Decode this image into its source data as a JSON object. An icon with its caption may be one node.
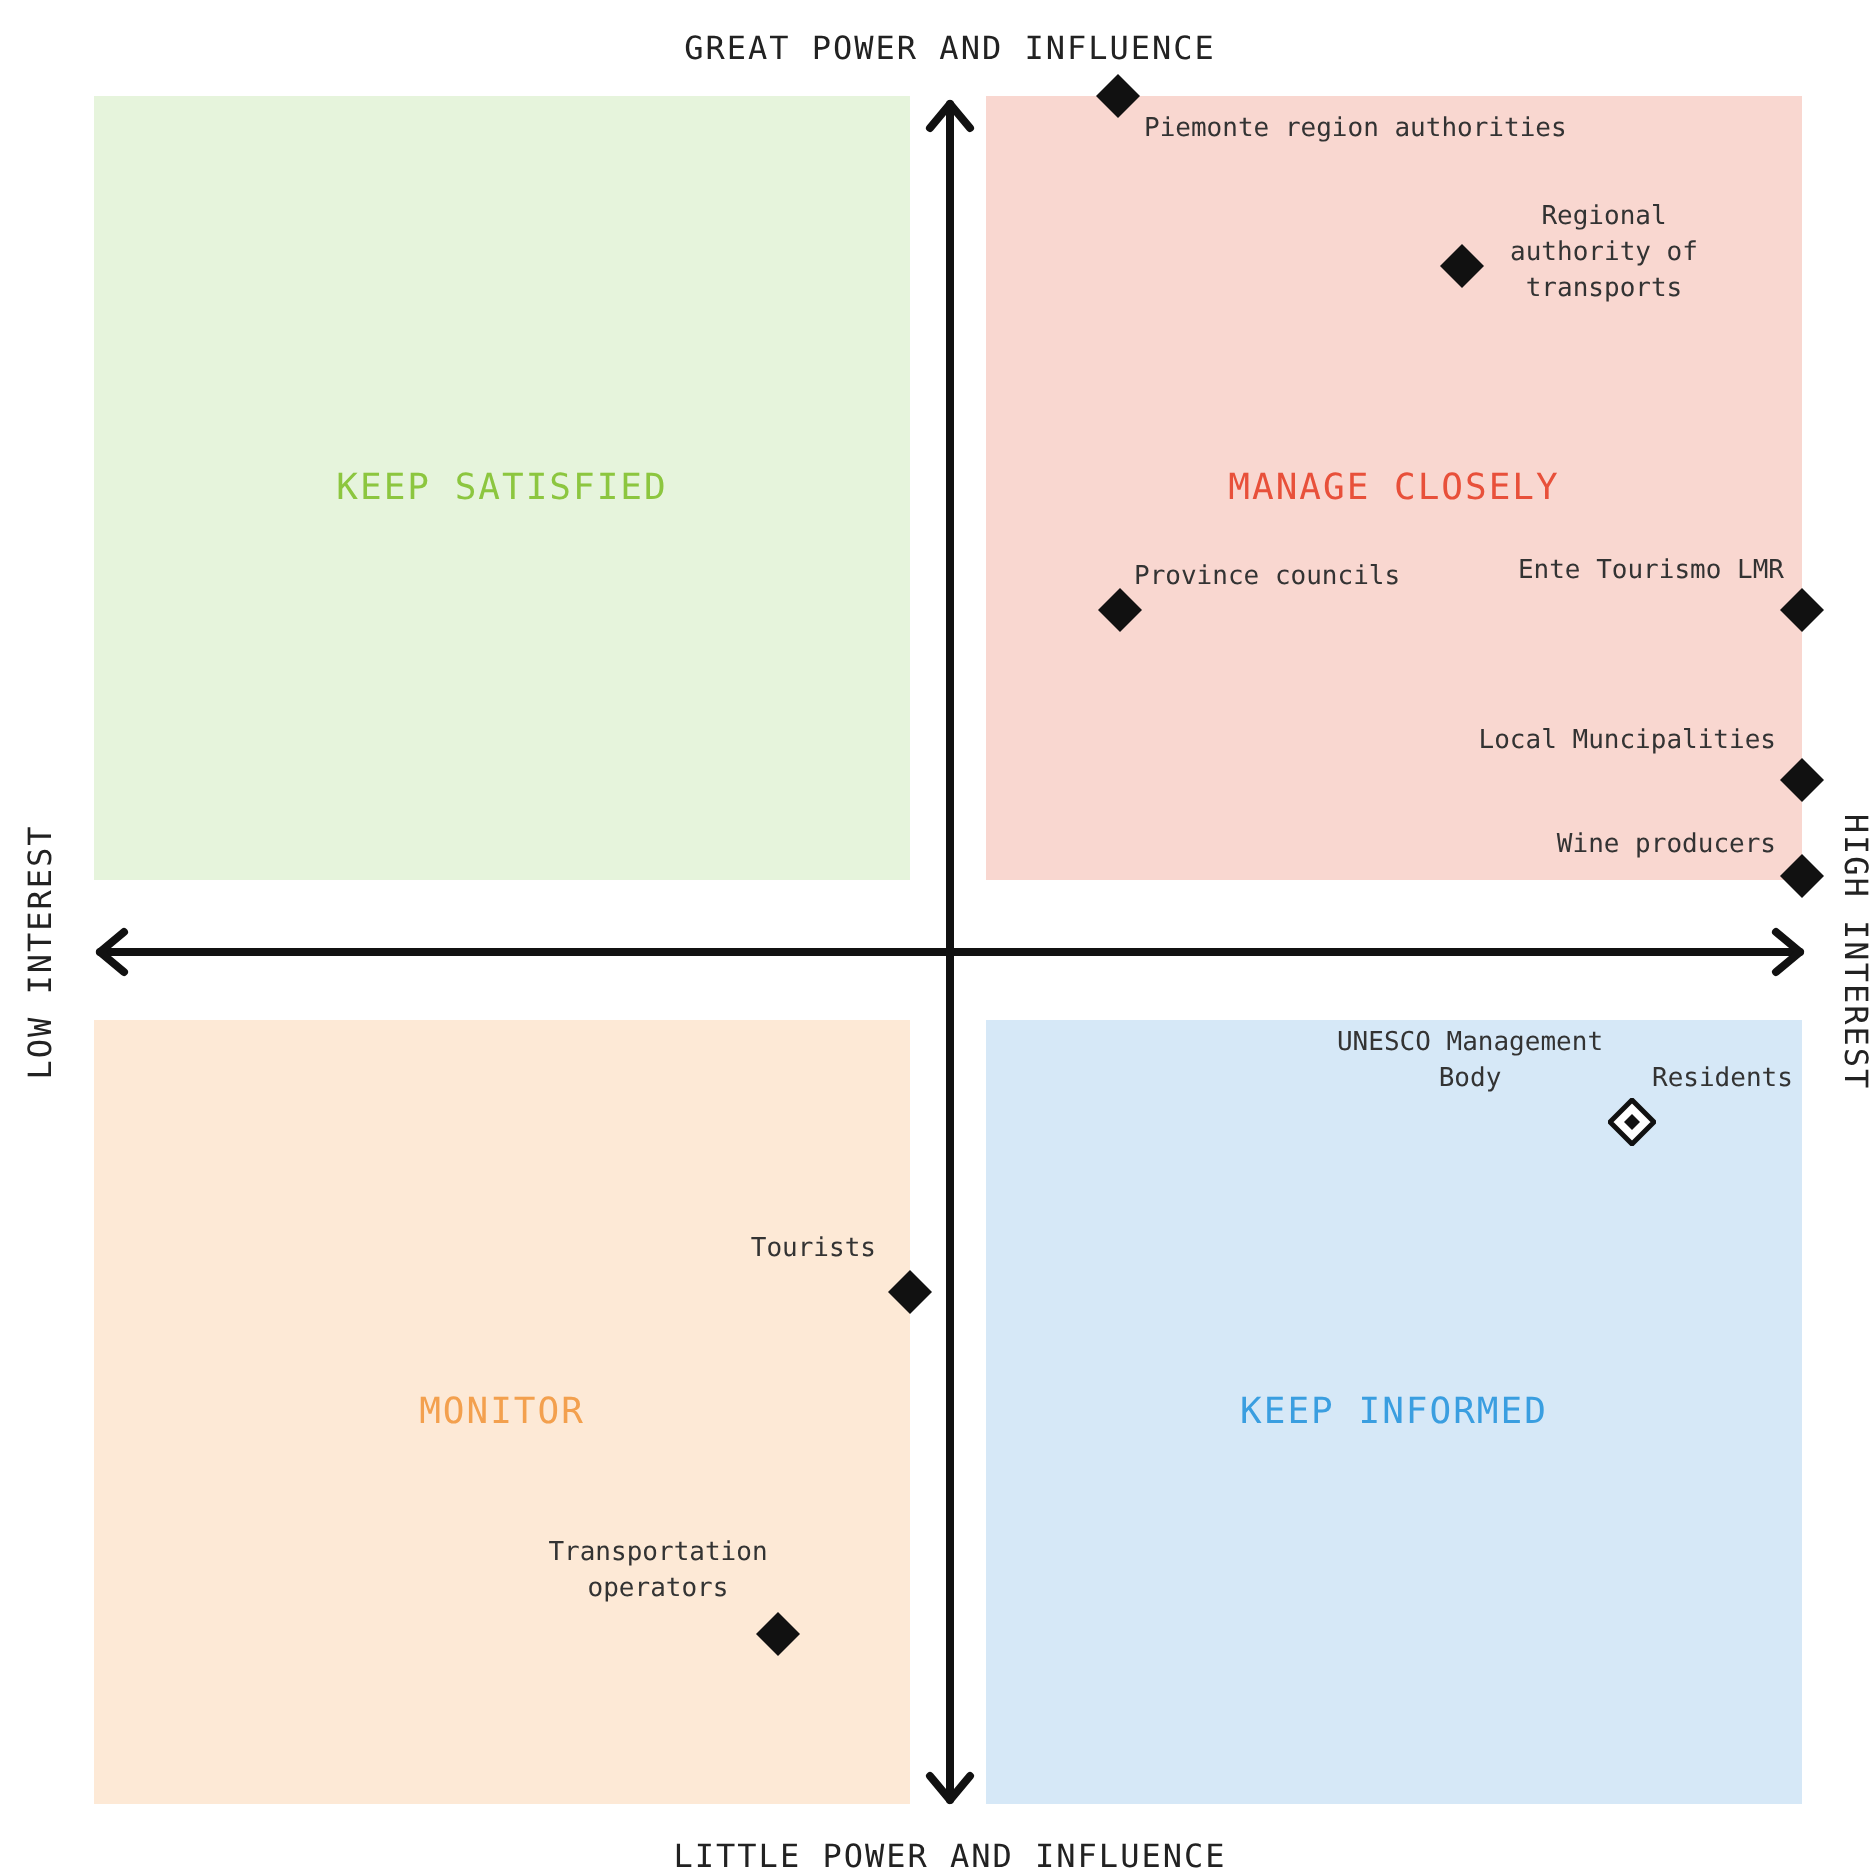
{
  "diagram": {
    "nodes": [
      {
        "text": [
          "KEEP SATISFIED"
        ]
      },
      {
        "text": [
          "MANAGE CLOSELY"
        ]
      },
      {
        "text": [
          "MONITOR"
        ]
      },
      {
        "text": [
          "KEEP INFORMED"
        ]
      },
      {
        "text": [],
        "shape": "diamond",
        "beside": [
          "Piemonte region authorities"
        ]
      },
      {
        "text": [],
        "shape": "diamond",
        "in": 1,
        "beside": [
          "Regional authority of transports"
        ]
      },
      {
        "text": [],
        "shape": "diamond",
        "in": 1,
        "beside": [
          "Province councils"
        ]
      },
      {
        "text": [],
        "shape": "diamond",
        "beside": [
          "Ente Tourismo LMR"
        ]
      },
      {
        "text": [],
        "shape": "diamond",
        "beside": [
          "Local Muncipalities"
        ]
      },
      {
        "text": [],
        "shape": "diamond",
        "beside": [
          "Wine producers"
        ]
      },
      {
        "text": [],
        "shape": "diamond",
        "in": 3,
        "beside": [
          "UNESCO Management Body",
          "Residents"
        ]
      },
      {
        "text": [],
        "shape": "diamond",
        "beside": [
          "Tourists"
        ]
      },
      {
        "text": [],
        "shape": "diamond",
        "in": 2,
        "beside": [
          "Transportation operators"
        ]
      }
    ],
    "edges": [],
    "labels": [
      "GREAT POWER AND INFLUENCE",
      "LOW INTEREST",
      "HIGH INTEREST",
      "LITTLE POWER AND INFLUENCE"
    ]
  }
}
